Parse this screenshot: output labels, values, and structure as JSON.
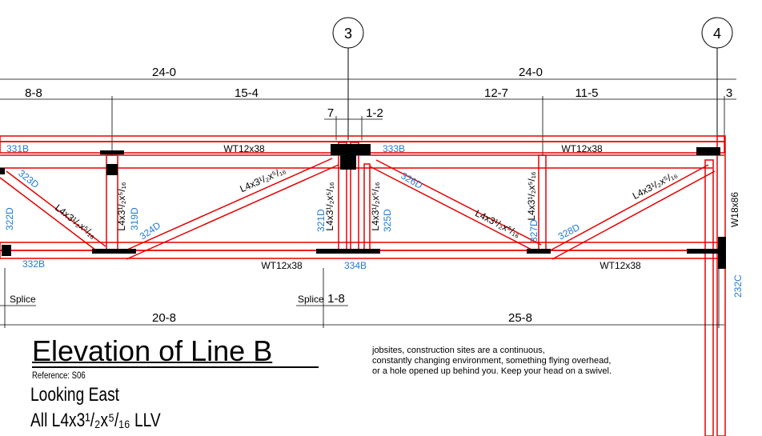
{
  "grid": {
    "left": "3",
    "right": "4"
  },
  "dims_top": [
    "24-0",
    "24-0"
  ],
  "dims_mid": [
    "8-8",
    "15-4",
    "12-7",
    "11-5",
    "3"
  ],
  "dims_small": [
    "7",
    "1-2"
  ],
  "dims_bottom": [
    "20-8",
    "25-8"
  ],
  "dim_splice": "1-8",
  "splice_label": "Splice",
  "members": {
    "top_chord_label": "WT12x38",
    "bottom_chord_label": "WT12x38",
    "column_label": "W18x86",
    "diagonal_label": "L4x3¹/₂x⁵/₁₆"
  },
  "marks": {
    "331B": "331B",
    "333B": "333B",
    "332B": "332B",
    "334B": "334B",
    "323D": "323D",
    "322D": "322D",
    "319D": "319D",
    "324D": "324D",
    "321D": "321D",
    "325D": "325D",
    "326D": "326D",
    "327D": "327D",
    "328D": "328D",
    "232C": "232C"
  },
  "colors": {
    "steel": "#e60000",
    "mark": "#1e7bd6",
    "line": "#000000"
  },
  "title": "Elevation of Line B",
  "reference": "Reference: S06",
  "view": "Looking East",
  "all_members": "All L4x3¹/₂x⁵/₁₆ LLV",
  "note": [
    "jobsites, construction sites are  a continuous,",
    "constantly changing environment, something flying overhead,",
    "or a hole opened up behind you. Keep your head on a swivel."
  ]
}
